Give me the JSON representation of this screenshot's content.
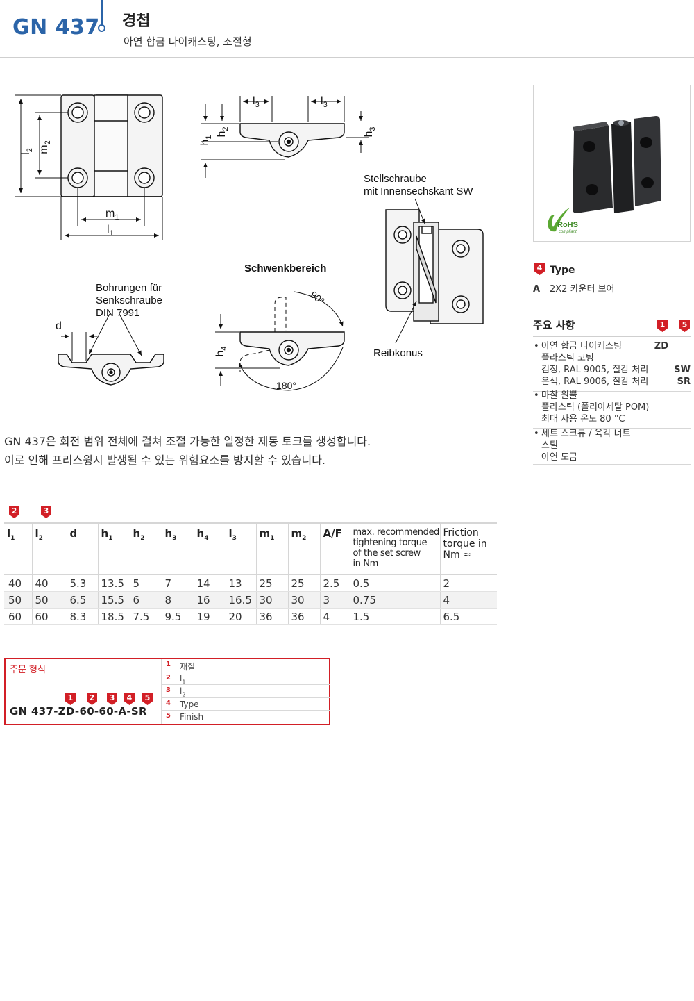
{
  "header": {
    "code": "GN 437",
    "title": "경첩",
    "subtitle": "아연 합금 다이캐스팅, 조절형"
  },
  "drawing_labels": {
    "l2": "l",
    "l2_sub": "2",
    "m2": "m",
    "m2_sub": "2",
    "m1": "m",
    "m1_sub": "1",
    "l1": "l",
    "l1_sub": "1",
    "l3a": "l",
    "l3a_sub": "3",
    "l3b": "l",
    "l3b_sub": "3",
    "h1": "h",
    "h1_sub": "1",
    "h2": "h",
    "h2_sub": "2",
    "h3": "h",
    "h3_sub": "3",
    "h4": "h",
    "h4_sub": "4",
    "d": "d",
    "stellschraube_1": "Stellschraube",
    "stellschraube_2": "mit Innensechskant SW",
    "reibkonus": "Reibkonus",
    "schwenkbereich": "Schwenkbereich",
    "angle_90": "90°",
    "angle_180": "180°",
    "bohrungen_1": "Bohrungen für",
    "bohrungen_2": "Senkschraube",
    "bohrungen_3": "DIN 7991"
  },
  "photo": {
    "rohs": "RoHS",
    "rohs_sub": "compliant"
  },
  "type_section": {
    "badge": "4",
    "title": "Type",
    "rows": [
      {
        "code": "A",
        "label": "2X2 카운터 보어"
      }
    ]
  },
  "features": {
    "title": "주요 사항",
    "badge1": "1",
    "badge5": "5",
    "zinc": {
      "line1": "아연 합금 다이캐스팅",
      "code1": "ZD",
      "line2": "플라스틱 코팅",
      "line3": "검정, RAL 9005, 질감 처리",
      "code3": "SW",
      "line4": "은색, RAL 9006, 질감 처리",
      "code4": "SR"
    },
    "washer": {
      "line1": "마찰 원뿔",
      "line2": "플라스틱 (폴리아세탈 POM)",
      "line3": "최대 사용 온도 80 °C"
    },
    "screw": {
      "line1": "세트 스크류 / 육각 너트",
      "line2": "스틸",
      "line3": "아연 도금"
    }
  },
  "description": {
    "line1": "GN 437은 회전 범위 전체에 걸쳐 조절 가능한 일정한 제동 토크를 생성합니다.",
    "line2": "이로 인해 프리스윙시 발생될 수 있는 위험요소를 방지할 수 있습니다."
  },
  "table": {
    "badge_l1": "2",
    "badge_l2": "3",
    "headers": {
      "l1": "l",
      "l1_sub": "1",
      "l2": "l",
      "l2_sub": "2",
      "d": "d",
      "h1": "h",
      "h1_sub": "1",
      "h2": "h",
      "h2_sub": "2",
      "h3": "h",
      "h3_sub": "3",
      "h4": "h",
      "h4_sub": "4",
      "l3": "l",
      "l3_sub": "3",
      "m1": "m",
      "m1_sub": "1",
      "m2": "m",
      "m2_sub": "2",
      "af": "A/F",
      "torque": [
        "max. recommended",
        "tightening torque",
        "of the set screw",
        "in Nm"
      ],
      "friction": [
        "Friction",
        "torque in",
        "Nm ≈"
      ]
    },
    "rows": [
      [
        "40",
        "40",
        "5.3",
        "13.5",
        "5",
        "7",
        "14",
        "13",
        "25",
        "25",
        "2.5",
        "0.5",
        "2"
      ],
      [
        "50",
        "50",
        "6.5",
        "15.5",
        "6",
        "8",
        "16",
        "16.5",
        "30",
        "30",
        "3",
        "0.75",
        "4"
      ],
      [
        "60",
        "60",
        "8.3",
        "18.5",
        "7.5",
        "9.5",
        "19",
        "20",
        "36",
        "36",
        "4",
        "1.5",
        "6.5"
      ]
    ]
  },
  "order": {
    "title": "주문 형식",
    "code": "GN  437-ZD-60-60-A-SR",
    "badges": [
      "1",
      "2",
      "3",
      "4",
      "5"
    ],
    "legend": [
      {
        "n": "1",
        "v": "재질"
      },
      {
        "n": "2",
        "v": "l",
        "sub": "1"
      },
      {
        "n": "3",
        "v": "l",
        "sub": "2"
      },
      {
        "n": "4",
        "v": "Type"
      },
      {
        "n": "5",
        "v": "Finish"
      }
    ]
  },
  "colors": {
    "brand_blue": "#2b64a8",
    "accent_red": "#d21f26"
  }
}
